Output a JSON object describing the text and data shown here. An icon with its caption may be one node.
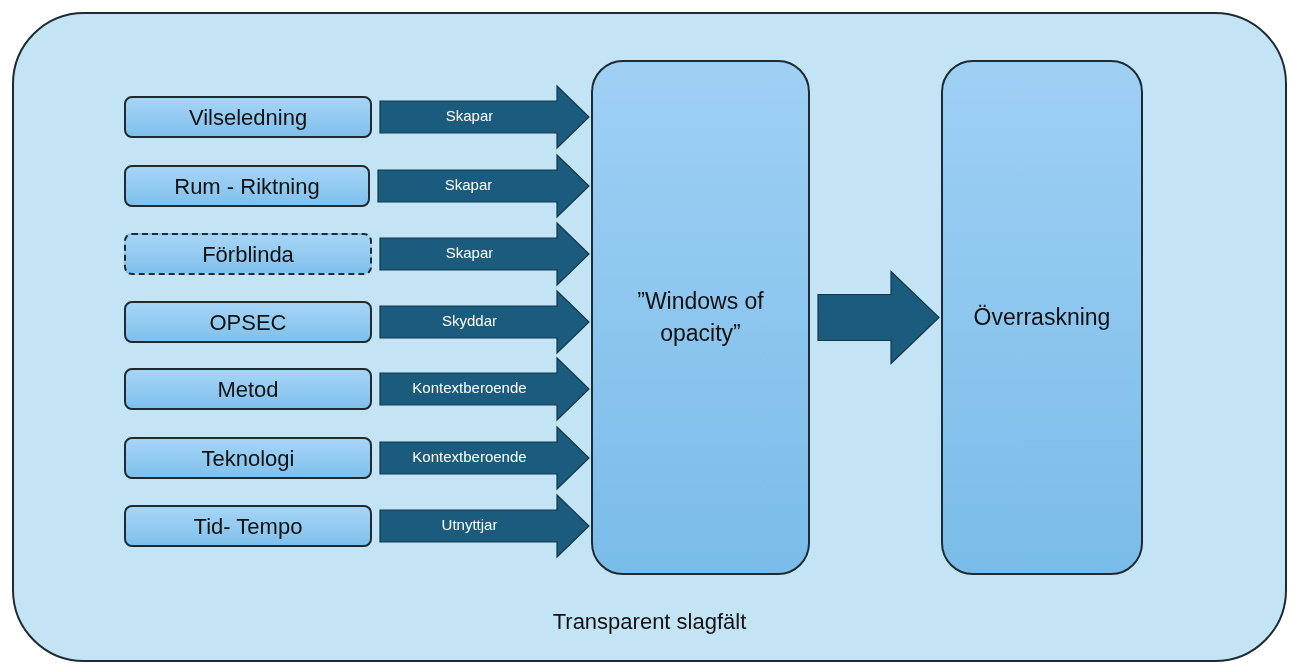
{
  "diagram": {
    "nodes": [
      {
        "text": [
          "Transparent slagfält"
        ]
      },
      {
        "text": [
          "Vilseledning"
        ],
        "in": 0
      },
      {
        "text": [
          "Rum - Riktning"
        ],
        "in": 0
      },
      {
        "text": [
          "Förblinda"
        ],
        "in": 0
      },
      {
        "text": [
          "OPSEC"
        ],
        "in": 0
      },
      {
        "text": [
          "Metod"
        ],
        "in": 0
      },
      {
        "text": [
          "Teknologi"
        ],
        "in": 0
      },
      {
        "text": [
          "Tid- Tempo"
        ],
        "in": 0
      },
      {
        "text": [
          "”Windows of opacity”"
        ],
        "in": 0
      },
      {
        "text": [
          "Överraskning"
        ],
        "in": 0
      }
    ],
    "edges": [
      {
        "from": 1,
        "to": 8,
        "arrow": "to",
        "label": "Skapar"
      },
      {
        "from": 2,
        "to": 8,
        "arrow": "to",
        "label": "Skapar"
      },
      {
        "from": 3,
        "to": 8,
        "arrow": "to",
        "label": "Skapar"
      },
      {
        "from": 4,
        "to": 8,
        "arrow": "to",
        "label": "Skyddar"
      },
      {
        "from": 5,
        "to": 8,
        "arrow": "to",
        "label": "Kontextberoende"
      },
      {
        "from": 6,
        "to": 8,
        "arrow": "to",
        "label": "Kontextberoende"
      },
      {
        "from": 7,
        "to": 8,
        "arrow": "to",
        "label": "Utnyttjar"
      },
      {
        "from": 8,
        "to": 9,
        "arrow": "to"
      }
    ]
  }
}
